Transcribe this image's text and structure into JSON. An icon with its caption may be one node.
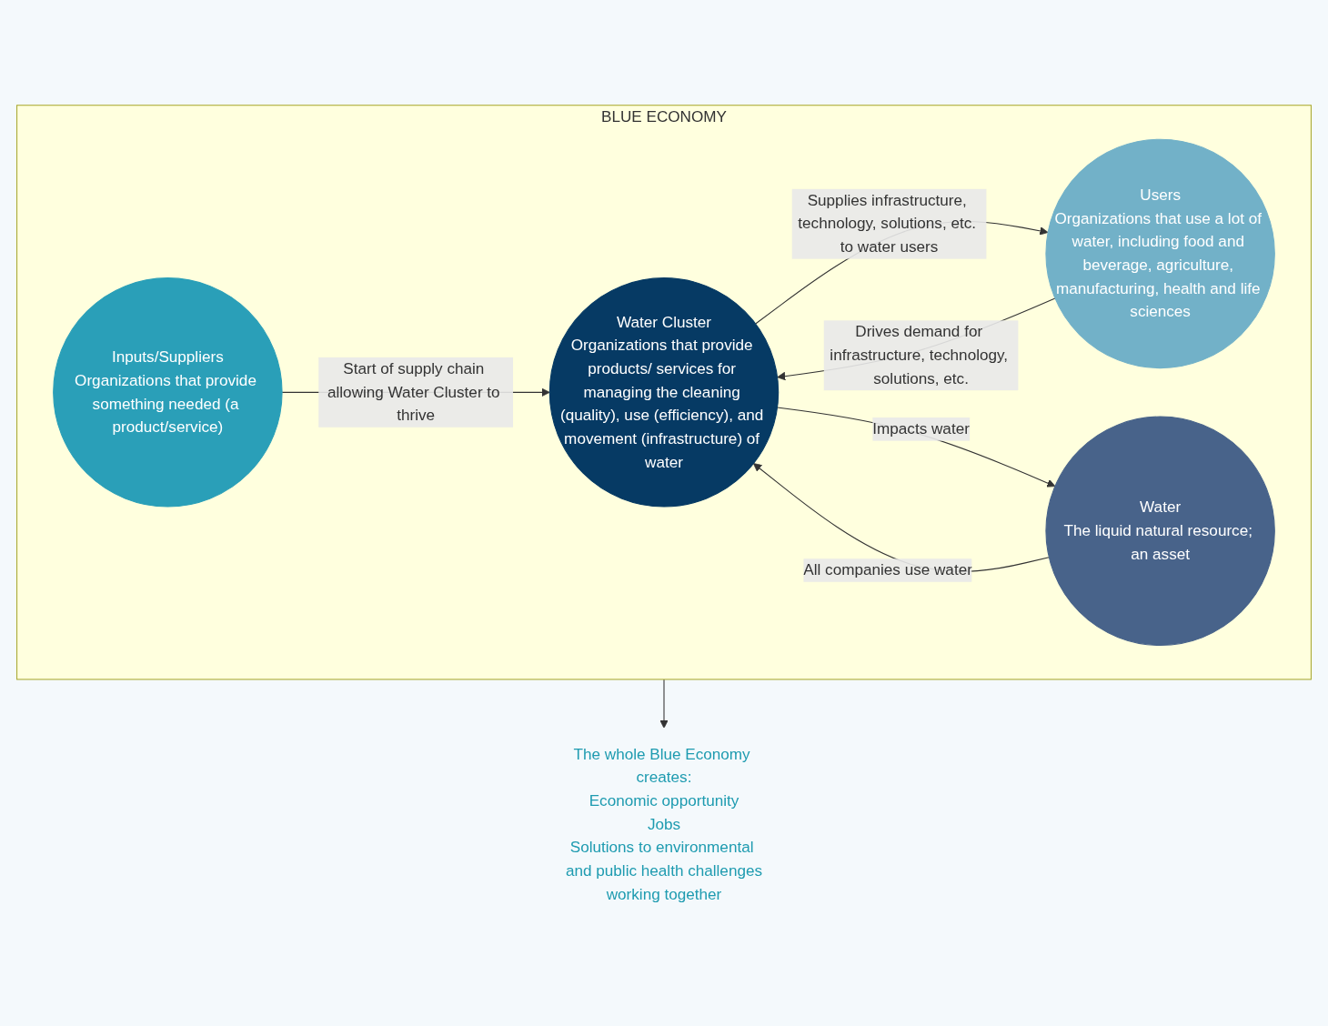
{
  "diagram": {
    "nodes": [
      {
        "text": [
          "BLUE ECONOMY"
        ]
      },
      {
        "text": [
          "Inputs/Suppliers",
          "Organizations that provide something needed (a product/service)"
        ],
        "in": 0
      },
      {
        "text": [
          "Water Cluster",
          "Organizations that provide products/ services for managing the cleaning (quality), use (efficiency), and movement (infrastructure) of water"
        ],
        "in": 0
      },
      {
        "text": [
          "Users",
          "Organizations that use a lot of water, including food and beverage, agriculture, manufacturing, health and life sciences"
        ],
        "in": 0
      },
      {
        "text": [
          "Water",
          "The liquid natural resource; an asset"
        ],
        "in": 0
      },
      {
        "text": [
          "The whole Blue Economy creates:",
          "Economic opportunity",
          "Jobs",
          "Solutions to environmental and public health challenges",
          "working together"
        ]
      }
    ],
    "edges": [
      {
        "from": 1,
        "to": 2,
        "arrow": "to",
        "label": "Start of supply chain allowing Water Cluster to thrive"
      },
      {
        "from": 2,
        "to": 3,
        "arrow": "to",
        "label": "Supplies infrastructure, technology, solutions, etc. to water users"
      },
      {
        "from": 3,
        "to": 2,
        "arrow": "to",
        "label": "Drives demand for infrastructure, technology, solutions, etc."
      },
      {
        "from": 2,
        "to": 4,
        "arrow": "to",
        "label": "Impacts water"
      },
      {
        "from": 4,
        "to": 2,
        "arrow": "to",
        "label": "All companies use water"
      },
      {
        "from": 0,
        "to": 5,
        "arrow": "to"
      }
    ]
  }
}
